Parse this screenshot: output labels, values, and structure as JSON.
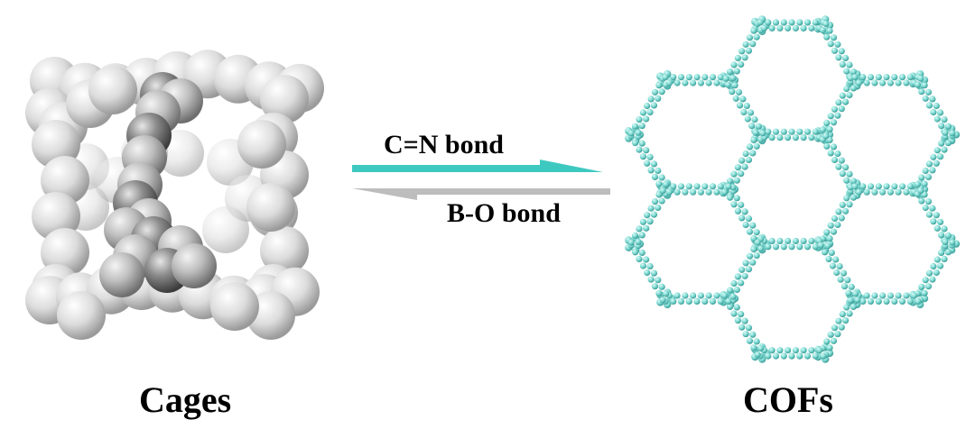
{
  "left_structure": {
    "caption": "Cages",
    "sphere_color_light": "#e8e8e8",
    "sphere_color_dark": "#7a7a7a"
  },
  "right_structure": {
    "caption": "COFs",
    "framework_color": "#7fd9d2",
    "framework_shade": "#3fa9a2"
  },
  "forward_arrow": {
    "label": "C=N bond",
    "color": "#3ec9c0"
  },
  "reverse_arrow": {
    "label": "B-O bond",
    "color": "#bdbdbd"
  },
  "background": "#ffffff"
}
